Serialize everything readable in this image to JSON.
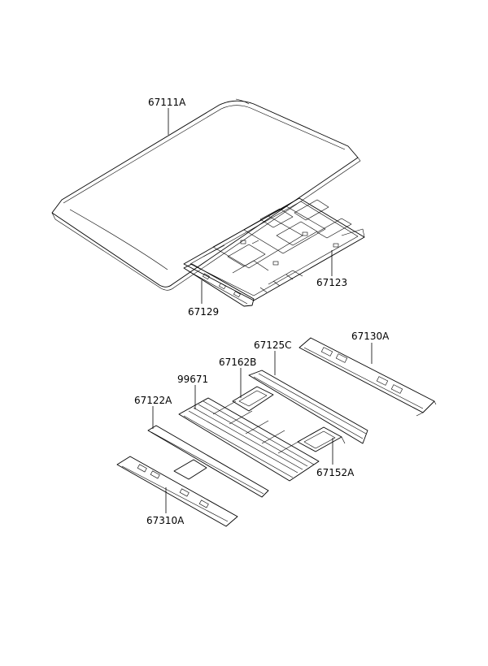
{
  "parts": [
    {
      "id": "roof_panel",
      "label": "67111A"
    },
    {
      "id": "roof_rear_panel",
      "label": "67123"
    },
    {
      "id": "front_rail",
      "label": "67129"
    },
    {
      "id": "rail_130",
      "label": "67130A"
    },
    {
      "id": "rail_125",
      "label": "67125C"
    },
    {
      "id": "bracket_162",
      "label": "67162B"
    },
    {
      "id": "grid_99671",
      "label": "99671"
    },
    {
      "id": "rail_122",
      "label": "67122A"
    },
    {
      "id": "bracket_152",
      "label": "67152A"
    },
    {
      "id": "rail_310",
      "label": "67310A"
    }
  ],
  "colors": {
    "line": "#000000",
    "background": "#ffffff"
  }
}
